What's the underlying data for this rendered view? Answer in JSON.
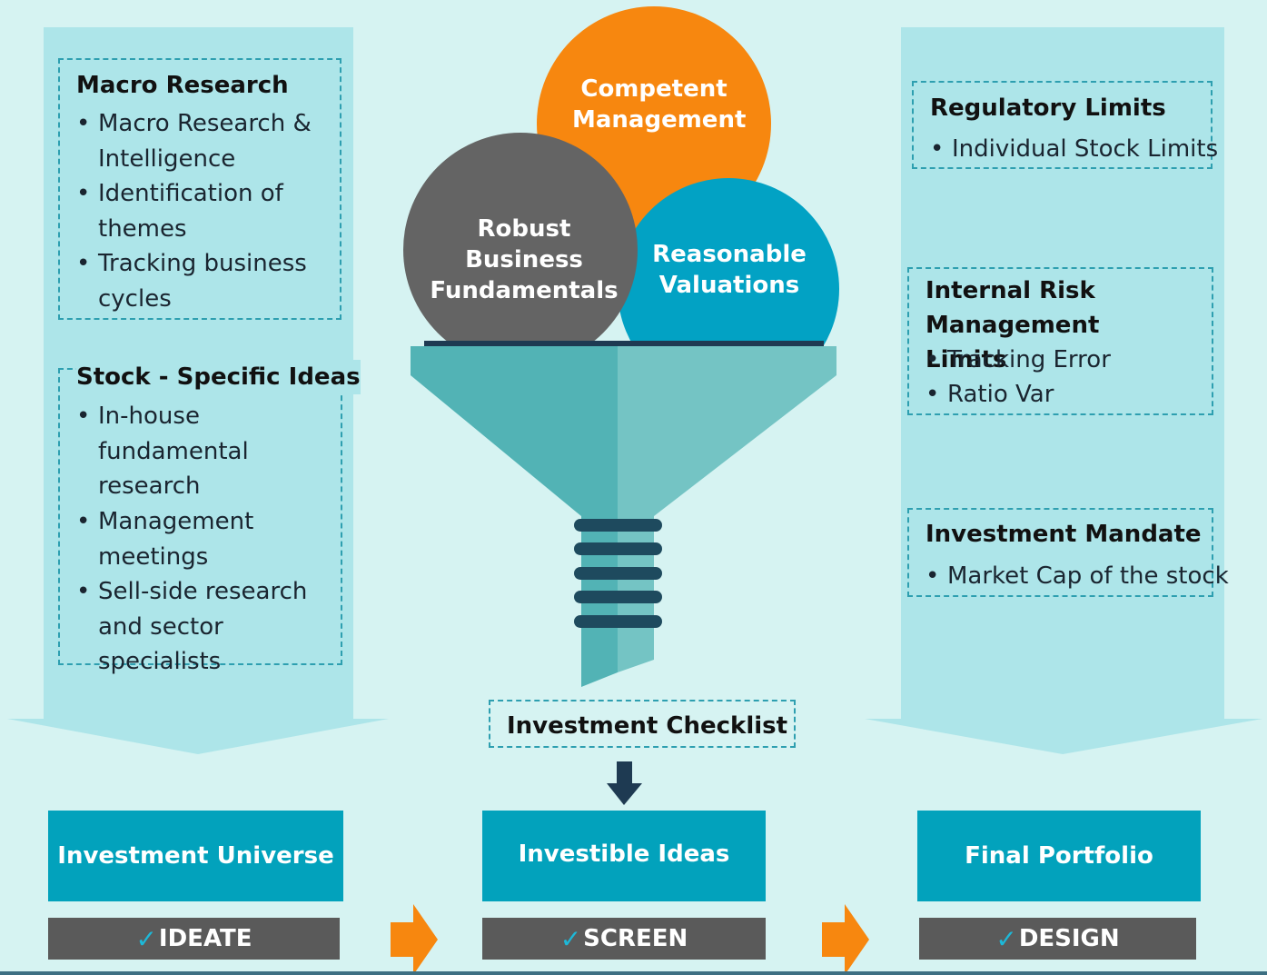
{
  "left_panel": {
    "macro": {
      "title": "Macro Research",
      "items": [
        "Macro Research & Intelligence",
        "Identification of themes",
        "Tracking business cycles"
      ]
    },
    "stock": {
      "title": "Stock - Specific Ideas",
      "items": [
        "In-house fundamental research",
        "Management meetings",
        "Sell-side research and sector specialists"
      ]
    }
  },
  "funnel": {
    "circles": [
      {
        "label": "Competent Management",
        "color": "#f7870f"
      },
      {
        "label": "Robust Business Fundamentals",
        "color": "#646464"
      },
      {
        "label": "Reasonable Valuations",
        "color": "#02a2c4"
      }
    ],
    "checklist_label": "Investment Checklist"
  },
  "right_panel": {
    "regulatory": {
      "title": "Regulatory Limits",
      "items": [
        "Individual Stock Limits"
      ]
    },
    "risk": {
      "title": "Internal Risk Management Limits",
      "items": [
        "Tracking Error",
        "Ratio Var"
      ]
    },
    "mandate": {
      "title": "Investment Mandate",
      "items": [
        "Market Cap of the stock"
      ]
    }
  },
  "stages": [
    {
      "label": "Investment Universe",
      "step": "IDEATE"
    },
    {
      "label": "Investible Ideas",
      "step": "SCREEN"
    },
    {
      "label": "Final Portfolio",
      "step": "DESIGN"
    }
  ],
  "icons": {
    "check": "checkmark-icon",
    "flow": "orange-arrow-icon",
    "down": "down-arrow-icon"
  },
  "colors": {
    "accent": "#02a2bc",
    "orange": "#f7870f",
    "dark": "#5a5a5a",
    "navy": "#1e3a52",
    "funnel": "#52b3b5"
  }
}
